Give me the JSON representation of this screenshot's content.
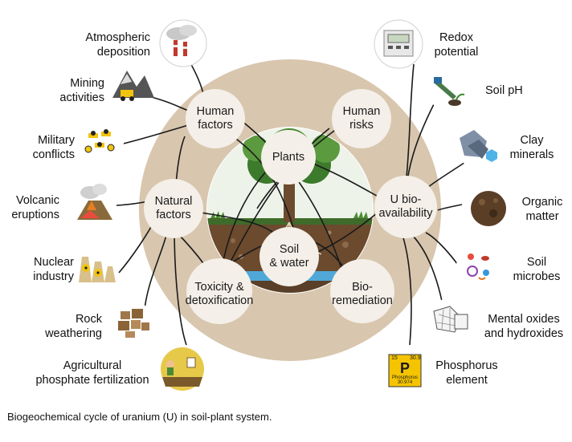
{
  "diagram": {
    "center_nodes": {
      "human_factors": [
        "Human",
        "factors"
      ],
      "human_risks": [
        "Human",
        "risks"
      ],
      "plants": "Plants",
      "natural_factors": [
        "Natural",
        "factors"
      ],
      "u_bioavailability": [
        "U bio-",
        "availability"
      ],
      "soil_water": [
        "Soil",
        "& water"
      ],
      "toxicity": [
        "Toxicity &",
        "detoxification"
      ],
      "bioremediation": [
        "Bio-",
        "remediation"
      ]
    },
    "left_labels": {
      "atmospheric": [
        "Atmospheric",
        "deposition"
      ],
      "mining": [
        "Mining",
        "activities"
      ],
      "military": [
        "Military",
        "conflicts"
      ],
      "volcanic": [
        "Volcanic",
        "eruptions"
      ],
      "nuclear": [
        "Nuclear",
        "industry"
      ],
      "rock": [
        "Rock",
        "weathering"
      ],
      "agricultural": [
        "Agricultural",
        "phosphate fertilization"
      ]
    },
    "right_labels": {
      "redox": [
        "Redox",
        "potential"
      ],
      "soil_ph": "Soil pH",
      "clay": [
        "Clay",
        "minerals"
      ],
      "organic": [
        "Organic",
        "matter"
      ],
      "microbes": [
        "Soil",
        "microbes"
      ],
      "mental_oxides": [
        "Mental oxides",
        "and hydroxides"
      ],
      "phosphorus": [
        "Phosphorus",
        "element"
      ]
    },
    "phosphorus_tile": {
      "number": "15",
      "mass_top": "30.9",
      "symbol": "P",
      "name": "Phosphorus",
      "mass": "30.974"
    },
    "colors": {
      "outer_ring": "#d8c6ae",
      "node_fill": "#f4efe8",
      "line": "#1a1a1a"
    }
  },
  "caption": "Biogeochemical cycle of uranium (U) in soil-plant system."
}
